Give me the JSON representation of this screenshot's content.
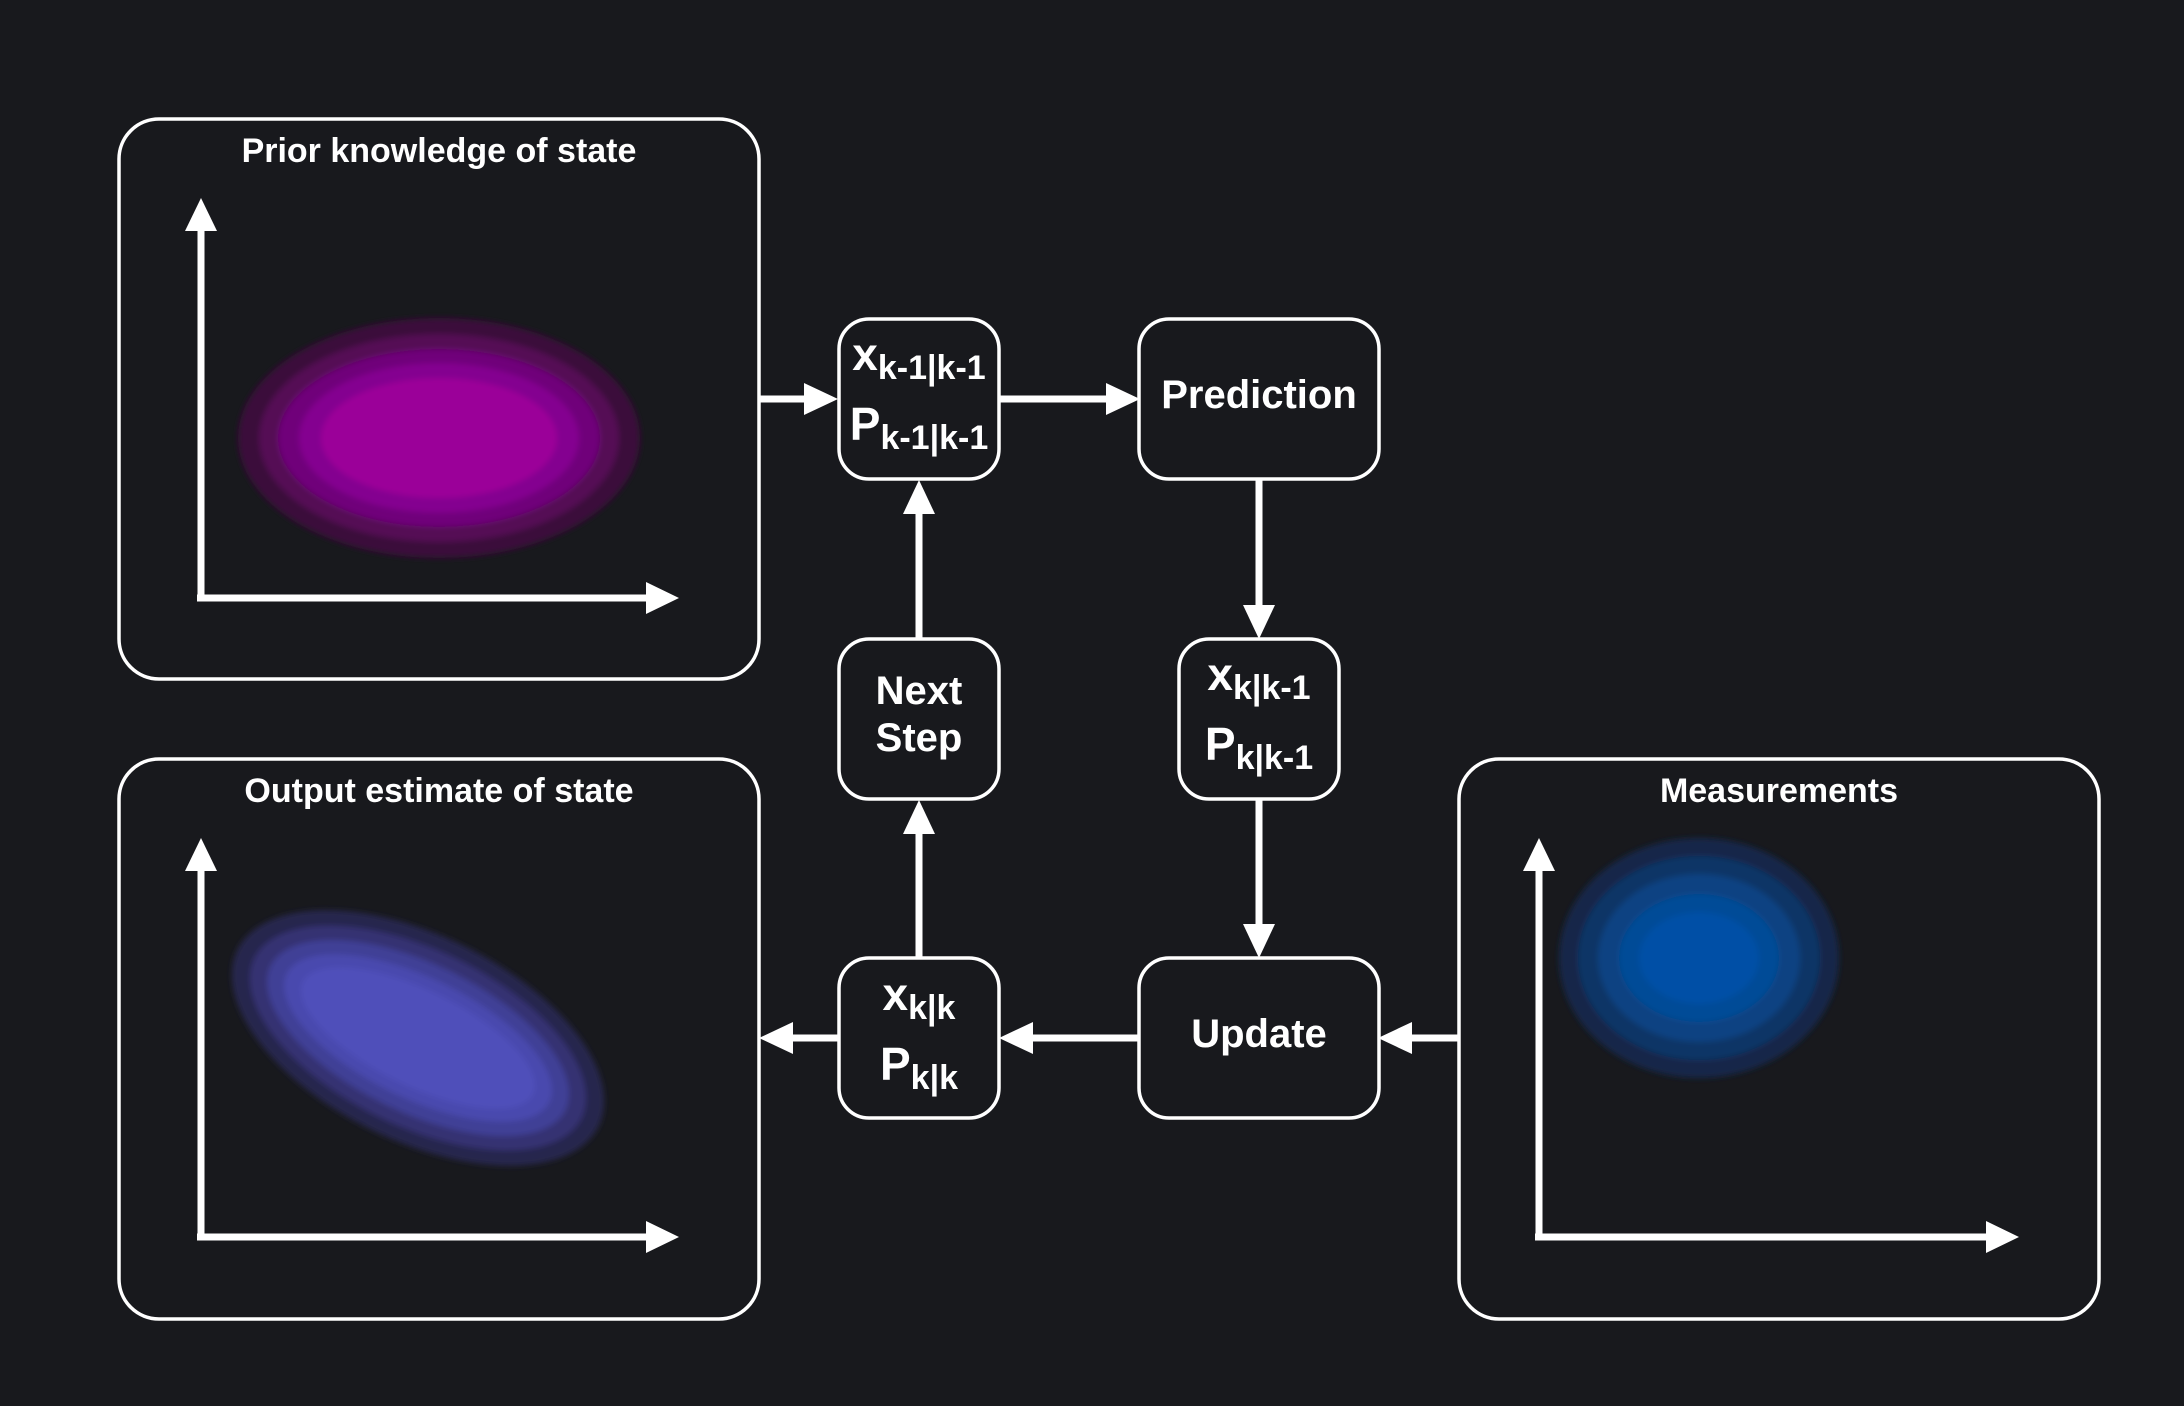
{
  "panels": {
    "prior": {
      "title": "Prior knowledge of state"
    },
    "output": {
      "title": "Output estimate of state"
    },
    "measurements": {
      "title": "Measurements"
    }
  },
  "boxes": {
    "prev_state": {
      "x_base": "x",
      "x_sub": "k-1|k-1",
      "p_base": "P",
      "p_sub": "k-1|k-1"
    },
    "prediction": {
      "label": "Prediction"
    },
    "pred_state": {
      "x_base": "x",
      "x_sub": "k|k-1",
      "p_base": "P",
      "p_sub": "k|k-1"
    },
    "next_step": {
      "line1": "Next",
      "line2": "Step"
    },
    "update": {
      "label": "Update"
    },
    "curr_state": {
      "x_base": "x",
      "x_sub": "k|k",
      "p_base": "P",
      "p_sub": "k|k"
    }
  },
  "colors": {
    "background": "#18191d",
    "prior_blob": "#9b0099",
    "output_blob": "#4c4eb8",
    "measurement_blob": "#0050a6"
  }
}
